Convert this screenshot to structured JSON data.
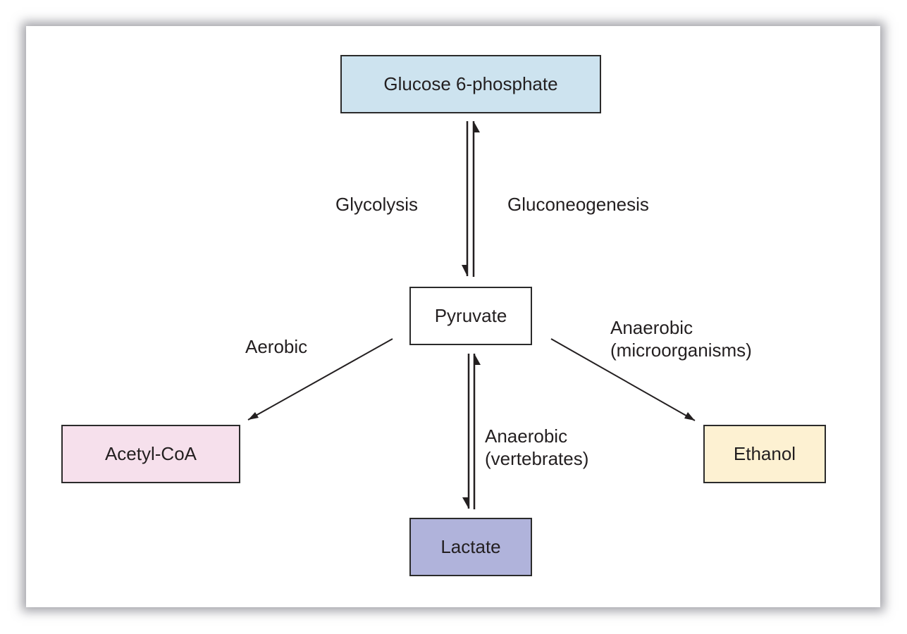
{
  "diagram": {
    "nodes": {
      "glucose6p": {
        "label": "Glucose 6-phosphate",
        "color": "#cde3ef"
      },
      "pyruvate": {
        "label": "Pyruvate",
        "color": "#ffffff"
      },
      "acetylcoa": {
        "label": "Acetyl-CoA",
        "color": "#f6e0ec"
      },
      "ethanol": {
        "label": "Ethanol",
        "color": "#fdf1d2"
      },
      "lactate": {
        "label": "Lactate",
        "color": "#b0b3db"
      }
    },
    "edges": {
      "glycolysis": {
        "label": "Glycolysis",
        "from": "Glucose 6-phosphate",
        "to": "Pyruvate"
      },
      "gluconeogenesis": {
        "label": "Gluconeogenesis",
        "from": "Pyruvate",
        "to": "Glucose 6-phosphate"
      },
      "aerobic": {
        "label": "Aerobic",
        "from": "Pyruvate",
        "to": "Acetyl-CoA"
      },
      "anaerobic_micro": {
        "line1": "Anaerobic",
        "line2": "(microorganisms)",
        "from": "Pyruvate",
        "to": "Ethanol"
      },
      "anaerobic_vert": {
        "line1": "Anaerobic",
        "line2": "(vertebrates)",
        "from": "Pyruvate",
        "to": "Lactate",
        "reversible": true
      }
    }
  }
}
